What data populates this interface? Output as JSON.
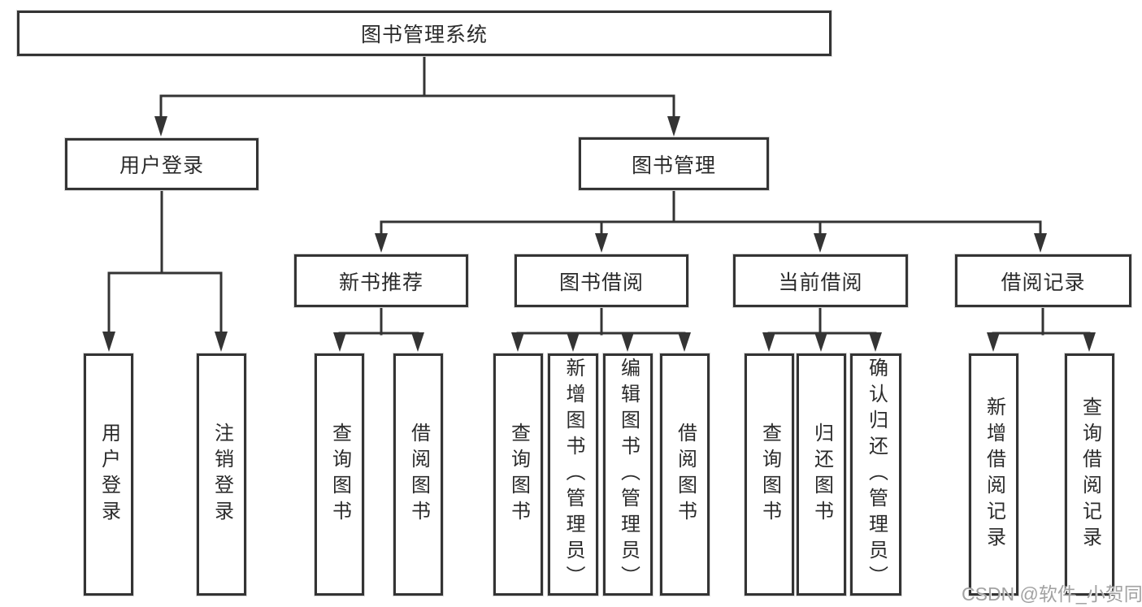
{
  "diagram": {
    "title": "图书管理系统",
    "type": "hierarchy-tree",
    "colors": {
      "line": "#343434",
      "box_border": "#343434",
      "box_fill": "#ffffff",
      "text": "#2b2b2b",
      "background": "#ffffff",
      "watermark": "#a2a2a2"
    }
  },
  "tree": {
    "label": "图书管理系统",
    "children": [
      {
        "label": "用户登录",
        "children": [
          {
            "label": "用户登录"
          },
          {
            "label": "注销登录"
          }
        ]
      },
      {
        "label": "图书管理",
        "children": [
          {
            "label": "新书推荐",
            "children": [
              {
                "label": "查询图书"
              },
              {
                "label": "借阅图书"
              }
            ]
          },
          {
            "label": "图书借阅",
            "children": [
              {
                "label": "查询图书"
              },
              {
                "label": "新增图书（管理员）"
              },
              {
                "label": "编辑图书（管理员）"
              },
              {
                "label": "借阅图书"
              }
            ]
          },
          {
            "label": "当前借阅",
            "children": [
              {
                "label": "查询图书"
              },
              {
                "label": "归还图书"
              },
              {
                "label": "确认归还（管理员）"
              }
            ]
          },
          {
            "label": "借阅记录",
            "children": [
              {
                "label": "新增借阅记录"
              },
              {
                "label": "查询借阅记录"
              }
            ]
          }
        ]
      }
    ]
  },
  "watermark": {
    "text": "CSDN @软件_小贺同学"
  }
}
